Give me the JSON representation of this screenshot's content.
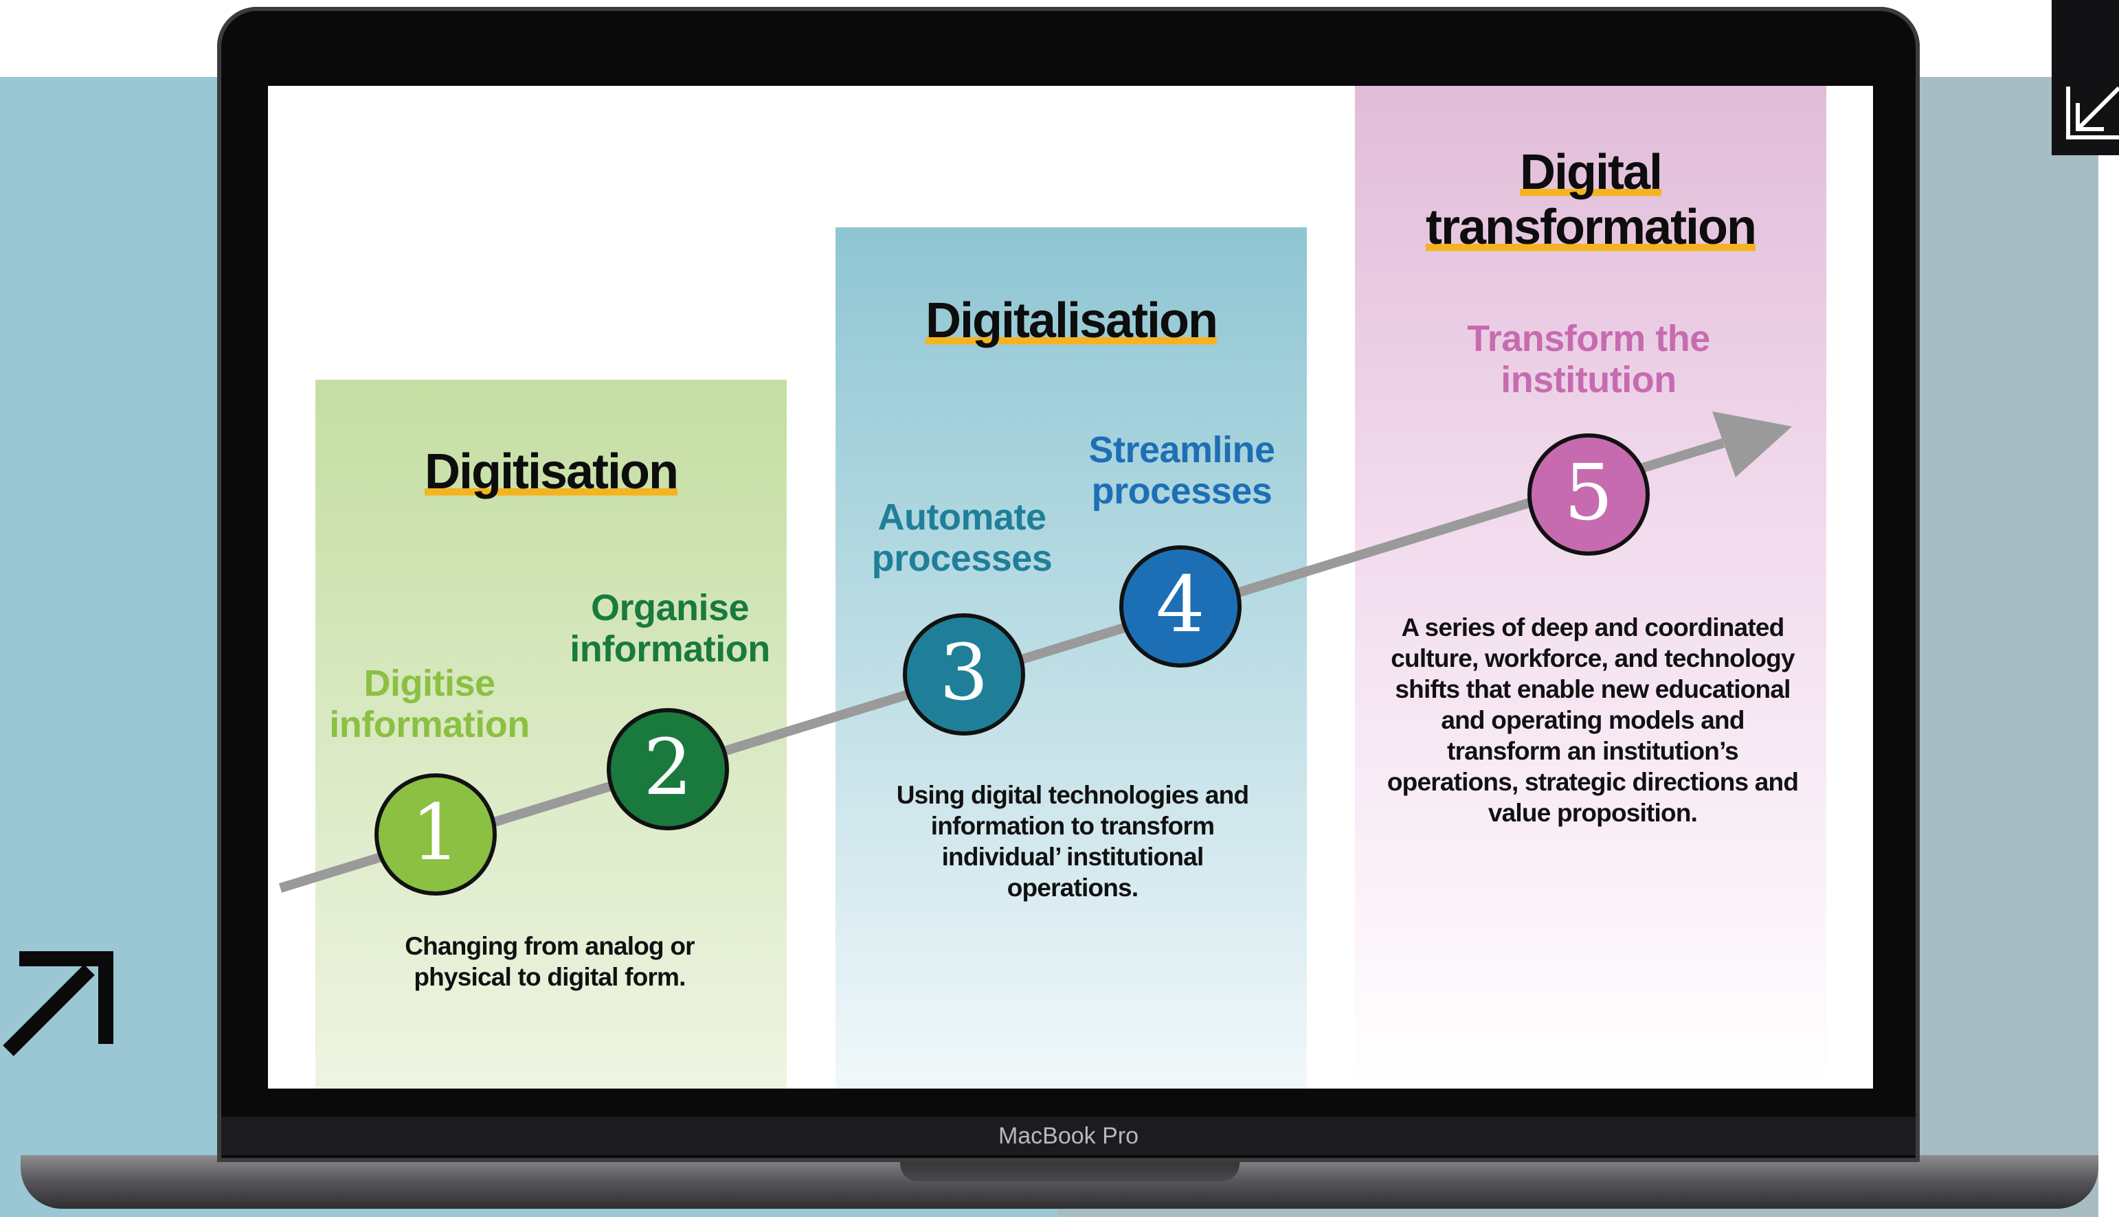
{
  "device": {
    "label": "MacBook Pro"
  },
  "colors": {
    "arrow": "#9a9a9a",
    "highlight": "#f5b320",
    "step1": "#8bc043",
    "step2": "#1a7a3e",
    "step3": "#1f7f98",
    "step4": "#1d6fb5",
    "step5": "#c76bb0"
  },
  "stages": [
    {
      "title": "Digitisation",
      "description": "Changing from analog or physical to digital form.",
      "steps": [
        {
          "number": "1",
          "label": "Digitise information"
        },
        {
          "number": "2",
          "label": "Organise information"
        }
      ]
    },
    {
      "title": "Digitalisation",
      "description": "Using digital technologies and information to transform individual’ institutional operations.",
      "steps": [
        {
          "number": "3",
          "label": "Automate processes"
        },
        {
          "number": "4",
          "label": "Streamline processes"
        }
      ]
    },
    {
      "title": "Digital transformation",
      "description": "A series of deep and coordinated culture, workforce, and technology shifts that enable new educational and operating models and transform an institution’s operations, strategic directions and value proposition.",
      "steps": [
        {
          "number": "5",
          "label": "Transform the institution"
        }
      ]
    }
  ],
  "icons": {
    "corner": "arrow-down-left-icon",
    "bottom_left": "arrow-up-right-icon"
  }
}
